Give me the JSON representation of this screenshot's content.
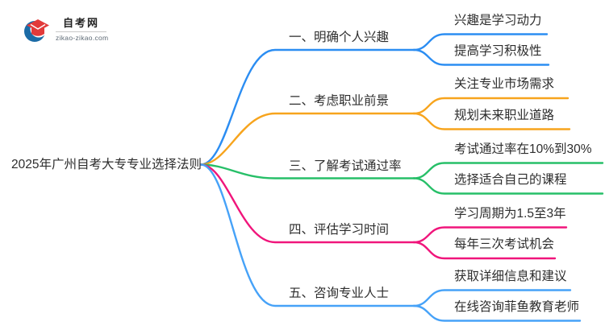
{
  "logo": {
    "name": "自考网",
    "domain": "zikao-zikao.com",
    "icon": "graduation-cap-icon",
    "icon_colors": {
      "crescent": "#1b6ba6",
      "cap": "#e23a3a"
    }
  },
  "root": {
    "title": "2025年广州自考大专专业选择法则"
  },
  "branches": [
    {
      "label": "一、明确个人兴趣",
      "color": "#2b8df2",
      "children": [
        {
          "label": "兴趣是学习动力"
        },
        {
          "label": "提高学习积极性"
        }
      ]
    },
    {
      "label": "二、考虑职业前景",
      "color": "#f7a41d",
      "children": [
        {
          "label": "关注专业市场需求"
        },
        {
          "label": "规划未来职业道路"
        }
      ]
    },
    {
      "label": "三、了解考试通过率",
      "color": "#27bf68",
      "children": [
        {
          "label": "考试通过率在10%到30%"
        },
        {
          "label": "选择适合自己的课程"
        }
      ]
    },
    {
      "label": "四、评估学习时间",
      "color": "#f0157b",
      "children": [
        {
          "label": "学习周期为1.5至3年"
        },
        {
          "label": "每年三次考试机会"
        }
      ]
    },
    {
      "label": "五、咨询专业人士",
      "color": "#46a2f8",
      "children": [
        {
          "label": "获取详细信息和建议"
        },
        {
          "label": "在线咨询菲鱼教育老师"
        }
      ]
    }
  ]
}
